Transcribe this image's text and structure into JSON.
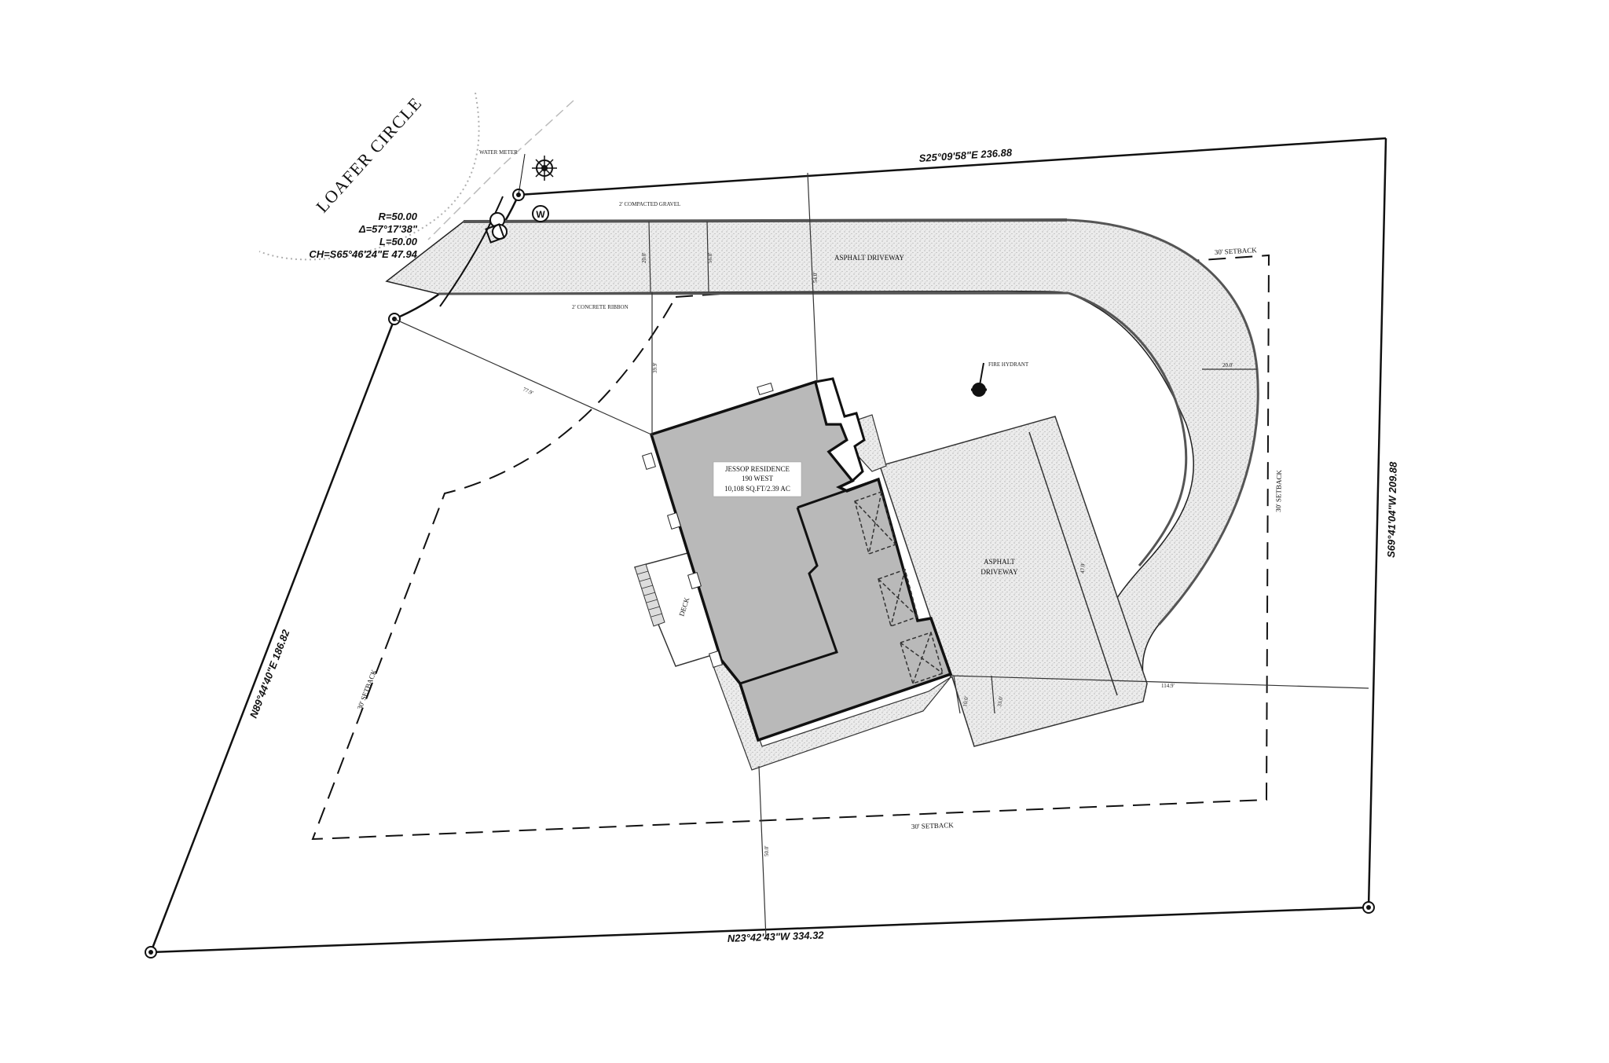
{
  "street": {
    "name": "LOAFER CIRCLE"
  },
  "curve": {
    "radius": "R=50.00",
    "delta": "Δ=57°17'38\"",
    "length": "L=50.00",
    "chord": "CH=S65°46'24\"E 47.94"
  },
  "bearings": {
    "north": "S25°09'58\"E   236.88",
    "east": "S69°41'04\"W   209.88",
    "south": "N23°42'43\"W   334.32",
    "west": "N89°44'40\"E   186.82"
  },
  "labels": {
    "water_meter": "WATER METER",
    "w_symbol": "W",
    "compacted_gravel": "2' COMPACTED GRAVEL",
    "concrete_ribbon": "2' CONCRETE RIBBON",
    "asphalt_driveway_top": "ASPHALT DRIVEWAY",
    "asphalt_driveway_right_line1": "ASPHALT",
    "asphalt_driveway_right_line2": "DRIVEWAY",
    "fire_hydrant": "FIRE HYDRANT",
    "deck": "DECK",
    "setback_top": "30' SETBACK",
    "setback_right": "30' SETBACK",
    "setback_bottom": "30' SETBACK",
    "setback_left": "30' SETBACK"
  },
  "residence": {
    "name": "JESSOP RESIDENCE",
    "address": "190 WEST",
    "area": "10,108 SQ.FT/2.39 AC"
  },
  "dimensions": {
    "to_west_line": "77.9'",
    "front_offset": "39.9'",
    "drive_width_a": "20.0'",
    "drive_width_b": "54.0'",
    "drive_width_c": "56.8'",
    "loop_width": "20.0'",
    "garage_pad": "47.0'",
    "east_offset": "114.9'",
    "south_pad": "10.0'",
    "south_pad_b": "33.0'",
    "rear_offset": "50.0'"
  },
  "colors": {
    "house_fill": "#b9b9b9",
    "paving_fill": "#e9e9e9",
    "line": "#111111"
  }
}
